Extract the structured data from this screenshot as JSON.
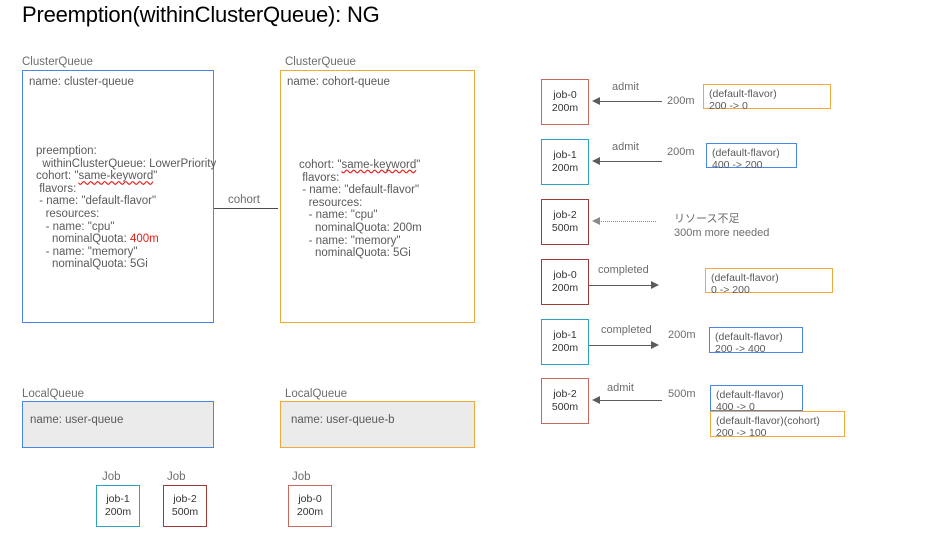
{
  "page_title": "Preemption(withinClusterQueue): NG",
  "cluster_queues": [
    {
      "caption": "ClusterQueue",
      "name_line": "name: cluster-queue",
      "spec_pre": "preemption:\n  withinClusterQueue: LowerPriority\ncohort: \"",
      "spec_squiggle": "same-keyword",
      "spec_after": "\"\n flavors:\n - name: \"default-flavor\"\n   resources:\n   - name: \"cpu\"\n     nominalQuota: ",
      "spec_red": "400m",
      "spec_tail": "\n   - name: \"memory\"\n     nominalQuota: 5Gi",
      "accent": "#4a86e8"
    },
    {
      "caption": "ClusterQueue",
      "name_line": "name: cohort-queue",
      "spec_pre": "cohort: \"",
      "spec_squiggle": "same-keyword",
      "spec_after": "\"\n flavors:\n - name: \"default-flavor\"\n   resources:\n   - name: \"cpu\"\n     nominalQuota: 200m\n   - name: \"memory\"\n     nominalQuota: 5Gi",
      "accent": "#f0a93b"
    }
  ],
  "cohort_link_label": "cohort",
  "local_queues": [
    {
      "caption": "LocalQueue",
      "name_line": "name: user-queue",
      "accent": "#4a86e8"
    },
    {
      "caption": "LocalQueue",
      "name_line": "name: user-queue-b",
      "accent": "#f0a93b"
    }
  ],
  "bottom_jobs": [
    {
      "caption": "Job",
      "name": "job-1",
      "amount": "200m",
      "color": "teal"
    },
    {
      "caption": "Job",
      "name": "job-2",
      "amount": "500m",
      "color": "darkred"
    },
    {
      "caption": "Job",
      "name": "job-0",
      "amount": "200m",
      "color": "brick"
    }
  ],
  "timeline": [
    {
      "job": "job-0",
      "amount": "200m",
      "color": "brick",
      "edge_label": "admit",
      "direction": "left",
      "style": "solid",
      "quantity": "200m",
      "flavors": [
        {
          "title": "(default-flavor)",
          "change": "200 -> 0",
          "accent": "orange"
        }
      ]
    },
    {
      "job": "job-1",
      "amount": "200m",
      "color": "teal",
      "edge_label": "admit",
      "direction": "left",
      "style": "solid",
      "quantity": "200m",
      "flavors": [
        {
          "title": "(default-flavor)",
          "change": "400 -> 200",
          "accent": "blue"
        }
      ]
    },
    {
      "job": "job-2",
      "amount": "500m",
      "color": "darkred",
      "edge_label": "",
      "direction": "left",
      "style": "dotted",
      "quantity": "",
      "note": "リソース不足\n300m more needed",
      "flavors": []
    },
    {
      "job": "job-0",
      "amount": "200m",
      "color": "darkred",
      "edge_label": "completed",
      "direction": "right",
      "style": "solid",
      "quantity": "",
      "flavors": [
        {
          "title": "(default-flavor)",
          "change": "0 -> 200",
          "accent": "orange"
        }
      ]
    },
    {
      "job": "job-1",
      "amount": "200m",
      "color": "teal",
      "edge_label": "completed",
      "direction": "right",
      "style": "solid",
      "quantity": "200m",
      "flavors": [
        {
          "title": "(default-flavor)",
          "change": "200 -> 400",
          "accent": "blue"
        }
      ]
    },
    {
      "job": "job-2",
      "amount": "500m",
      "color": "brick",
      "edge_label": "admit",
      "direction": "left",
      "style": "solid",
      "quantity": "500m",
      "flavors": [
        {
          "title": "(default-flavor)",
          "change": "400 -> 0",
          "accent": "blue"
        },
        {
          "title": "(default-flavor)(cohort)",
          "change": "200 -> 100",
          "accent": "orange"
        }
      ]
    }
  ],
  "colors": {
    "blue": "#4a86e8",
    "orange": "#f0a93b",
    "teal": "#2aa3bd",
    "darkred": "#9e3b38",
    "brick": "#c4695c",
    "text": "#5a5a5a",
    "red_value": "#e8201a"
  }
}
